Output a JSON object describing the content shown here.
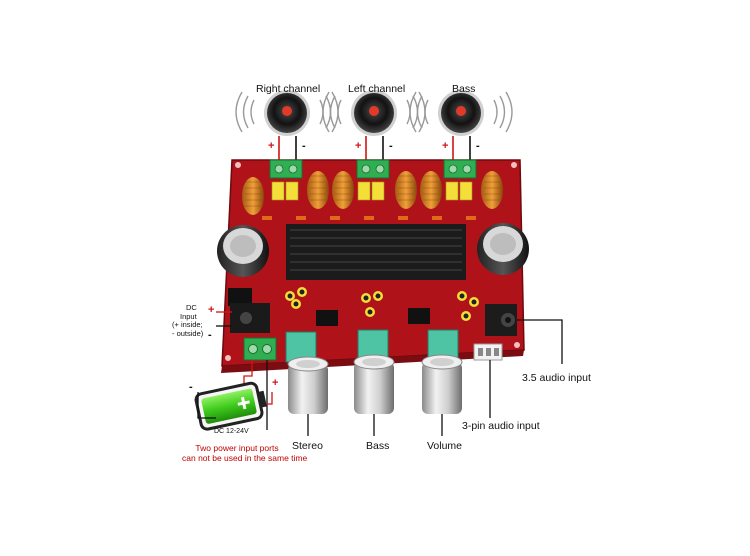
{
  "speakers": [
    {
      "label": "Right channel",
      "icon": "speaker-icon"
    },
    {
      "label": "Left channel",
      "icon": "speaker-icon"
    },
    {
      "label": "Bass",
      "icon": "speaker-icon"
    }
  ],
  "polarity": {
    "plus": "+",
    "minus": "-"
  },
  "dc_input": {
    "lines": [
      "DC",
      "Input",
      "(+ inside;",
      "- outside)"
    ]
  },
  "battery": {
    "label": "DC 12-24V",
    "icon": "battery-icon",
    "charge_color": "#3ecb1c"
  },
  "power_note": {
    "lines": [
      "Two power input ports",
      "can not be used in the same time"
    ]
  },
  "knobs": [
    {
      "label": "Stereo"
    },
    {
      "label": "Bass"
    },
    {
      "label": "Volume"
    }
  ],
  "inputs": {
    "three_pin": "3-pin audio input",
    "jack": "3.5 audio input"
  },
  "colors": {
    "board": "#b0121a",
    "heatsink": "#1b1b1b",
    "terminal": "#2fae52",
    "plus": "#d21414"
  }
}
